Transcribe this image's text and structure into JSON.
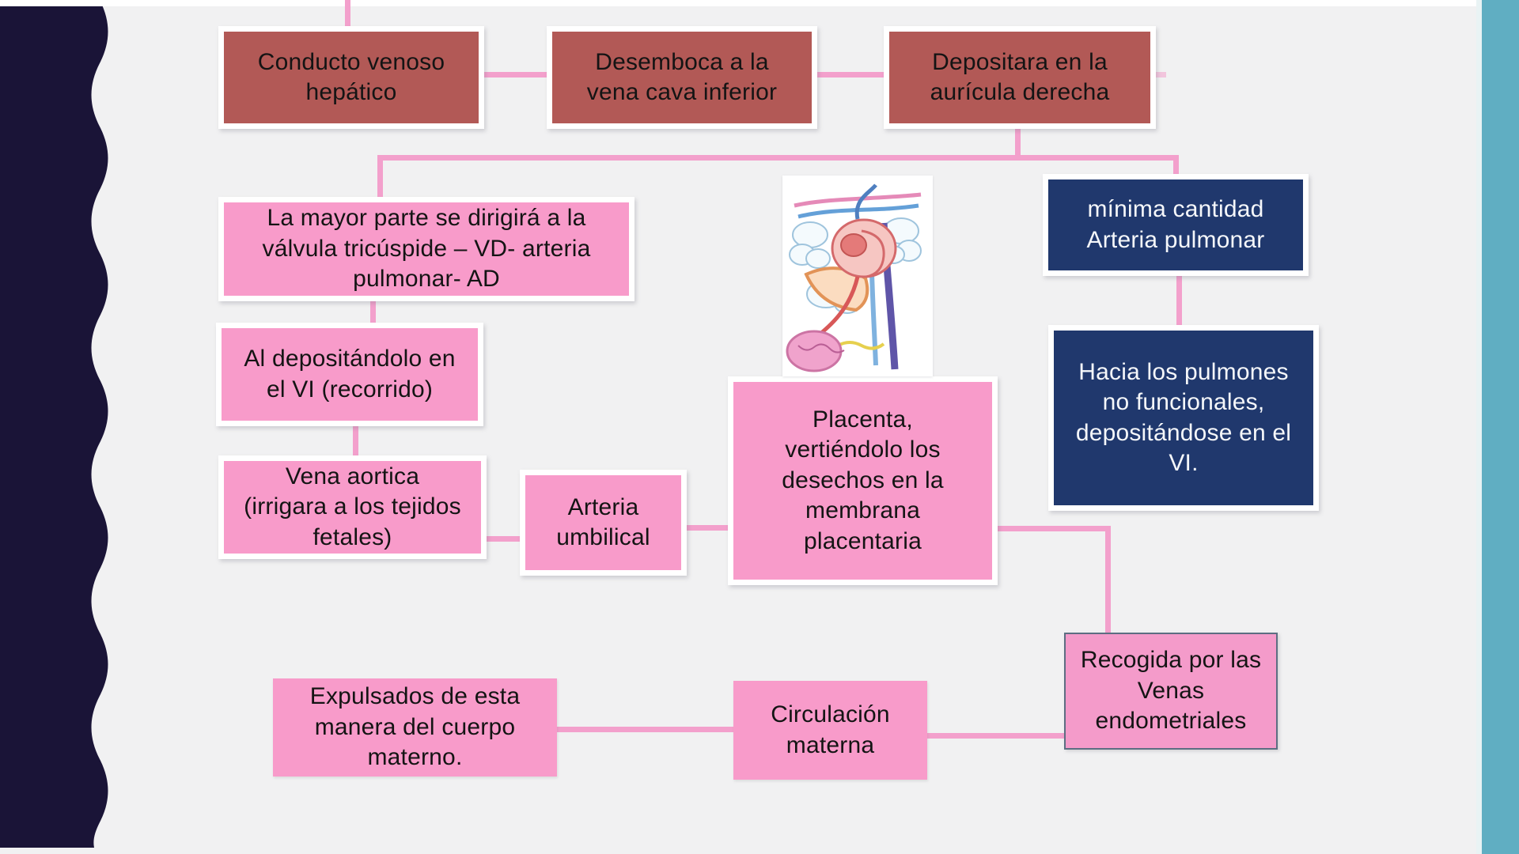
{
  "slide": {
    "type": "presentation-slide-flowchart",
    "language": "es",
    "background_color": "#f1f1f2",
    "left_wave_bar_color": "#1a1437",
    "right_accent_bar_color": "#60aec2"
  },
  "palette": {
    "red_node_fill": "#b25956",
    "pink_node_fill": "#f89bca",
    "navy_node_fill": "#20386d",
    "connector_pink": "#f3a0cc",
    "dark_text": "#141414",
    "light_text": "#f5f7fa"
  },
  "nodes": {
    "conducto": {
      "label": "Conducto venoso\nhepático"
    },
    "desemboca": {
      "label": "Desemboca a la\nvena cava inferior"
    },
    "depositara": {
      "label": "Depositara en la\naurícula derecha"
    },
    "mayor_parte": {
      "label": "La mayor parte se dirigirá a la\nválvula tricúspide – VD- arteria\npulmonar- AD"
    },
    "al_depositandolo": {
      "label": "Al depositándolo en\nel VI (recorrido)"
    },
    "vena_aortica": {
      "label": "Vena aortica\n(irrigara a los tejidos\nfetales)"
    },
    "arteria_umbilical": {
      "label": "Arteria\numbilical"
    },
    "placenta": {
      "label": "Placenta,\nvertiéndolo los\ndesechos en la\nmembrana\nplacentaria"
    },
    "minima_cantidad": {
      "label": "mínima cantidad\nArteria pulmonar"
    },
    "hacia_pulmones": {
      "label": "Hacia los pulmones\nno funcionales,\ndepositándose en el\nVI."
    },
    "recogida": {
      "label": "Recogida por las\nVenas\nendometriales"
    },
    "circulacion_materna": {
      "label": "Circulación\nmaterna"
    },
    "expulsados": {
      "label": "Expulsados de esta\nmanera del cuerpo\nmaterno."
    }
  },
  "connections": [
    {
      "from": "conducto",
      "to": "desemboca"
    },
    {
      "from": "desemboca",
      "to": "depositara"
    },
    {
      "from": "depositara",
      "to": "mayor_parte"
    },
    {
      "from": "depositara",
      "to": "minima_cantidad"
    },
    {
      "from": "mayor_parte",
      "to": "al_depositandolo"
    },
    {
      "from": "al_depositandolo",
      "to": "vena_aortica"
    },
    {
      "from": "vena_aortica",
      "to": "arteria_umbilical"
    },
    {
      "from": "arteria_umbilical",
      "to": "placenta"
    },
    {
      "from": "minima_cantidad",
      "to": "hacia_pulmones"
    },
    {
      "from": "placenta",
      "to": "recogida"
    },
    {
      "from": "circulacion_materna",
      "to": "recogida"
    },
    {
      "from": "expulsados",
      "to": "circulacion_materna"
    }
  ],
  "illustration": {
    "alt": "Dibujo anatómico de la circulación fetal (corazón, pulmones, hígado, vasos y placenta)"
  }
}
